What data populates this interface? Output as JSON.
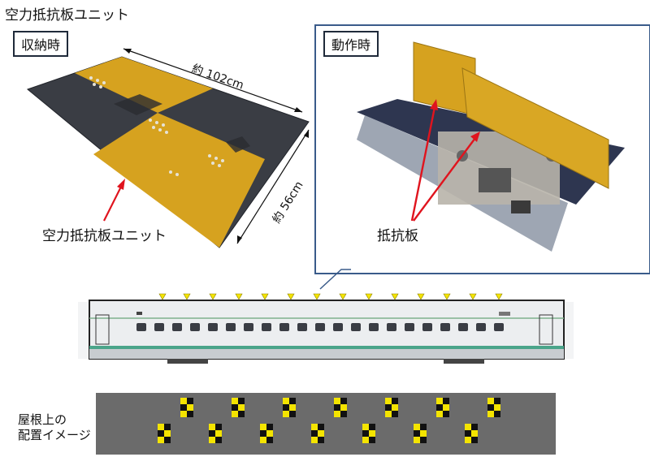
{
  "title": "空力抵抗板ユニット",
  "stored": {
    "label": "収納時",
    "length_label": "約 102cm",
    "width_label": "約 56cm",
    "callout": "空力抵抗板ユニット"
  },
  "operating": {
    "label": "動作時",
    "callout": "抵抗板"
  },
  "roof_note": {
    "line1": "屋根上の",
    "line2": "配置イメージ"
  },
  "colors": {
    "board_yellow": "#d6a21f",
    "board_dark": "#3a3d44",
    "arrow_red": "#e0141e",
    "frame_blue": "#3a5b8a",
    "marker_yellow": "#f4e400",
    "roof_gray": "#6b6b6b"
  },
  "roof_markers": {
    "row1_count": 7,
    "row2_count": 7
  }
}
